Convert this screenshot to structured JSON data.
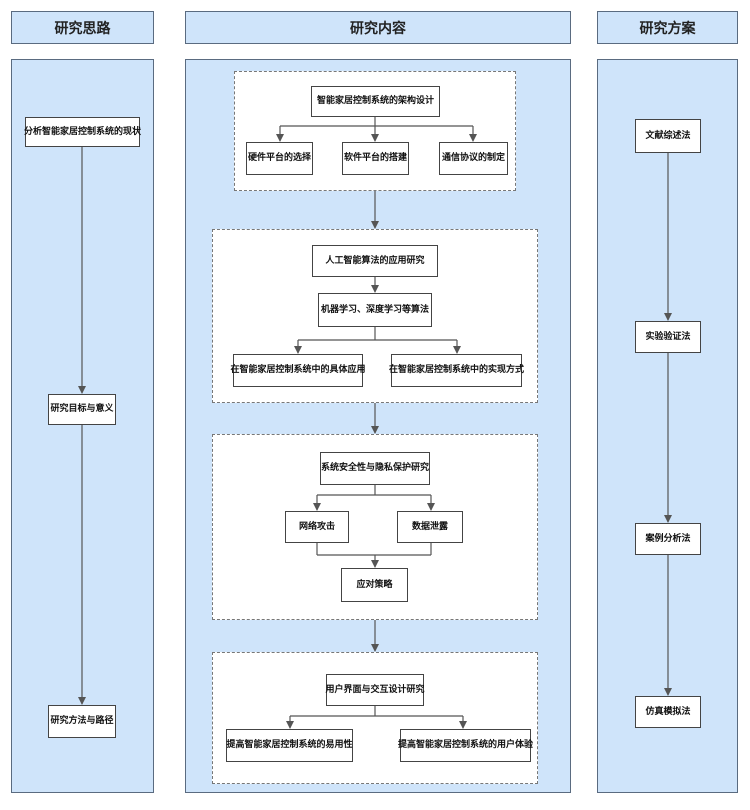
{
  "columns": {
    "left": "研究思路",
    "middle": "研究内容",
    "right": "研究方案"
  },
  "left_steps": [
    "分析智能家居控制系统的现状",
    "研究目标与意义",
    "研究方法与路径"
  ],
  "right_steps": [
    "文献综述法",
    "实验验证法",
    "案例分析法",
    "仿真模拟法"
  ],
  "groups": {
    "architecture": {
      "title": "智能家居控制系统的架构设计",
      "items": [
        "硬件平台的选择",
        "软件平台的搭建",
        "通信协议的制定"
      ]
    },
    "ai": {
      "title": "人工智能算法的应用研究",
      "sub": "机器学习、深度学习等算法",
      "items": [
        "在智能家居控制系统中的具体应用",
        "在智能家居控制系统中的实现方式"
      ]
    },
    "security": {
      "title": "系统安全性与隐私保护研究",
      "items": [
        "网络攻击",
        "数据泄露"
      ],
      "result": "应对策略"
    },
    "ux": {
      "title": "用户界面与交互设计研究",
      "items": [
        "提高智能家居控制系统的易用性",
        "提高智能家居控制系统的用户体验"
      ]
    }
  }
}
